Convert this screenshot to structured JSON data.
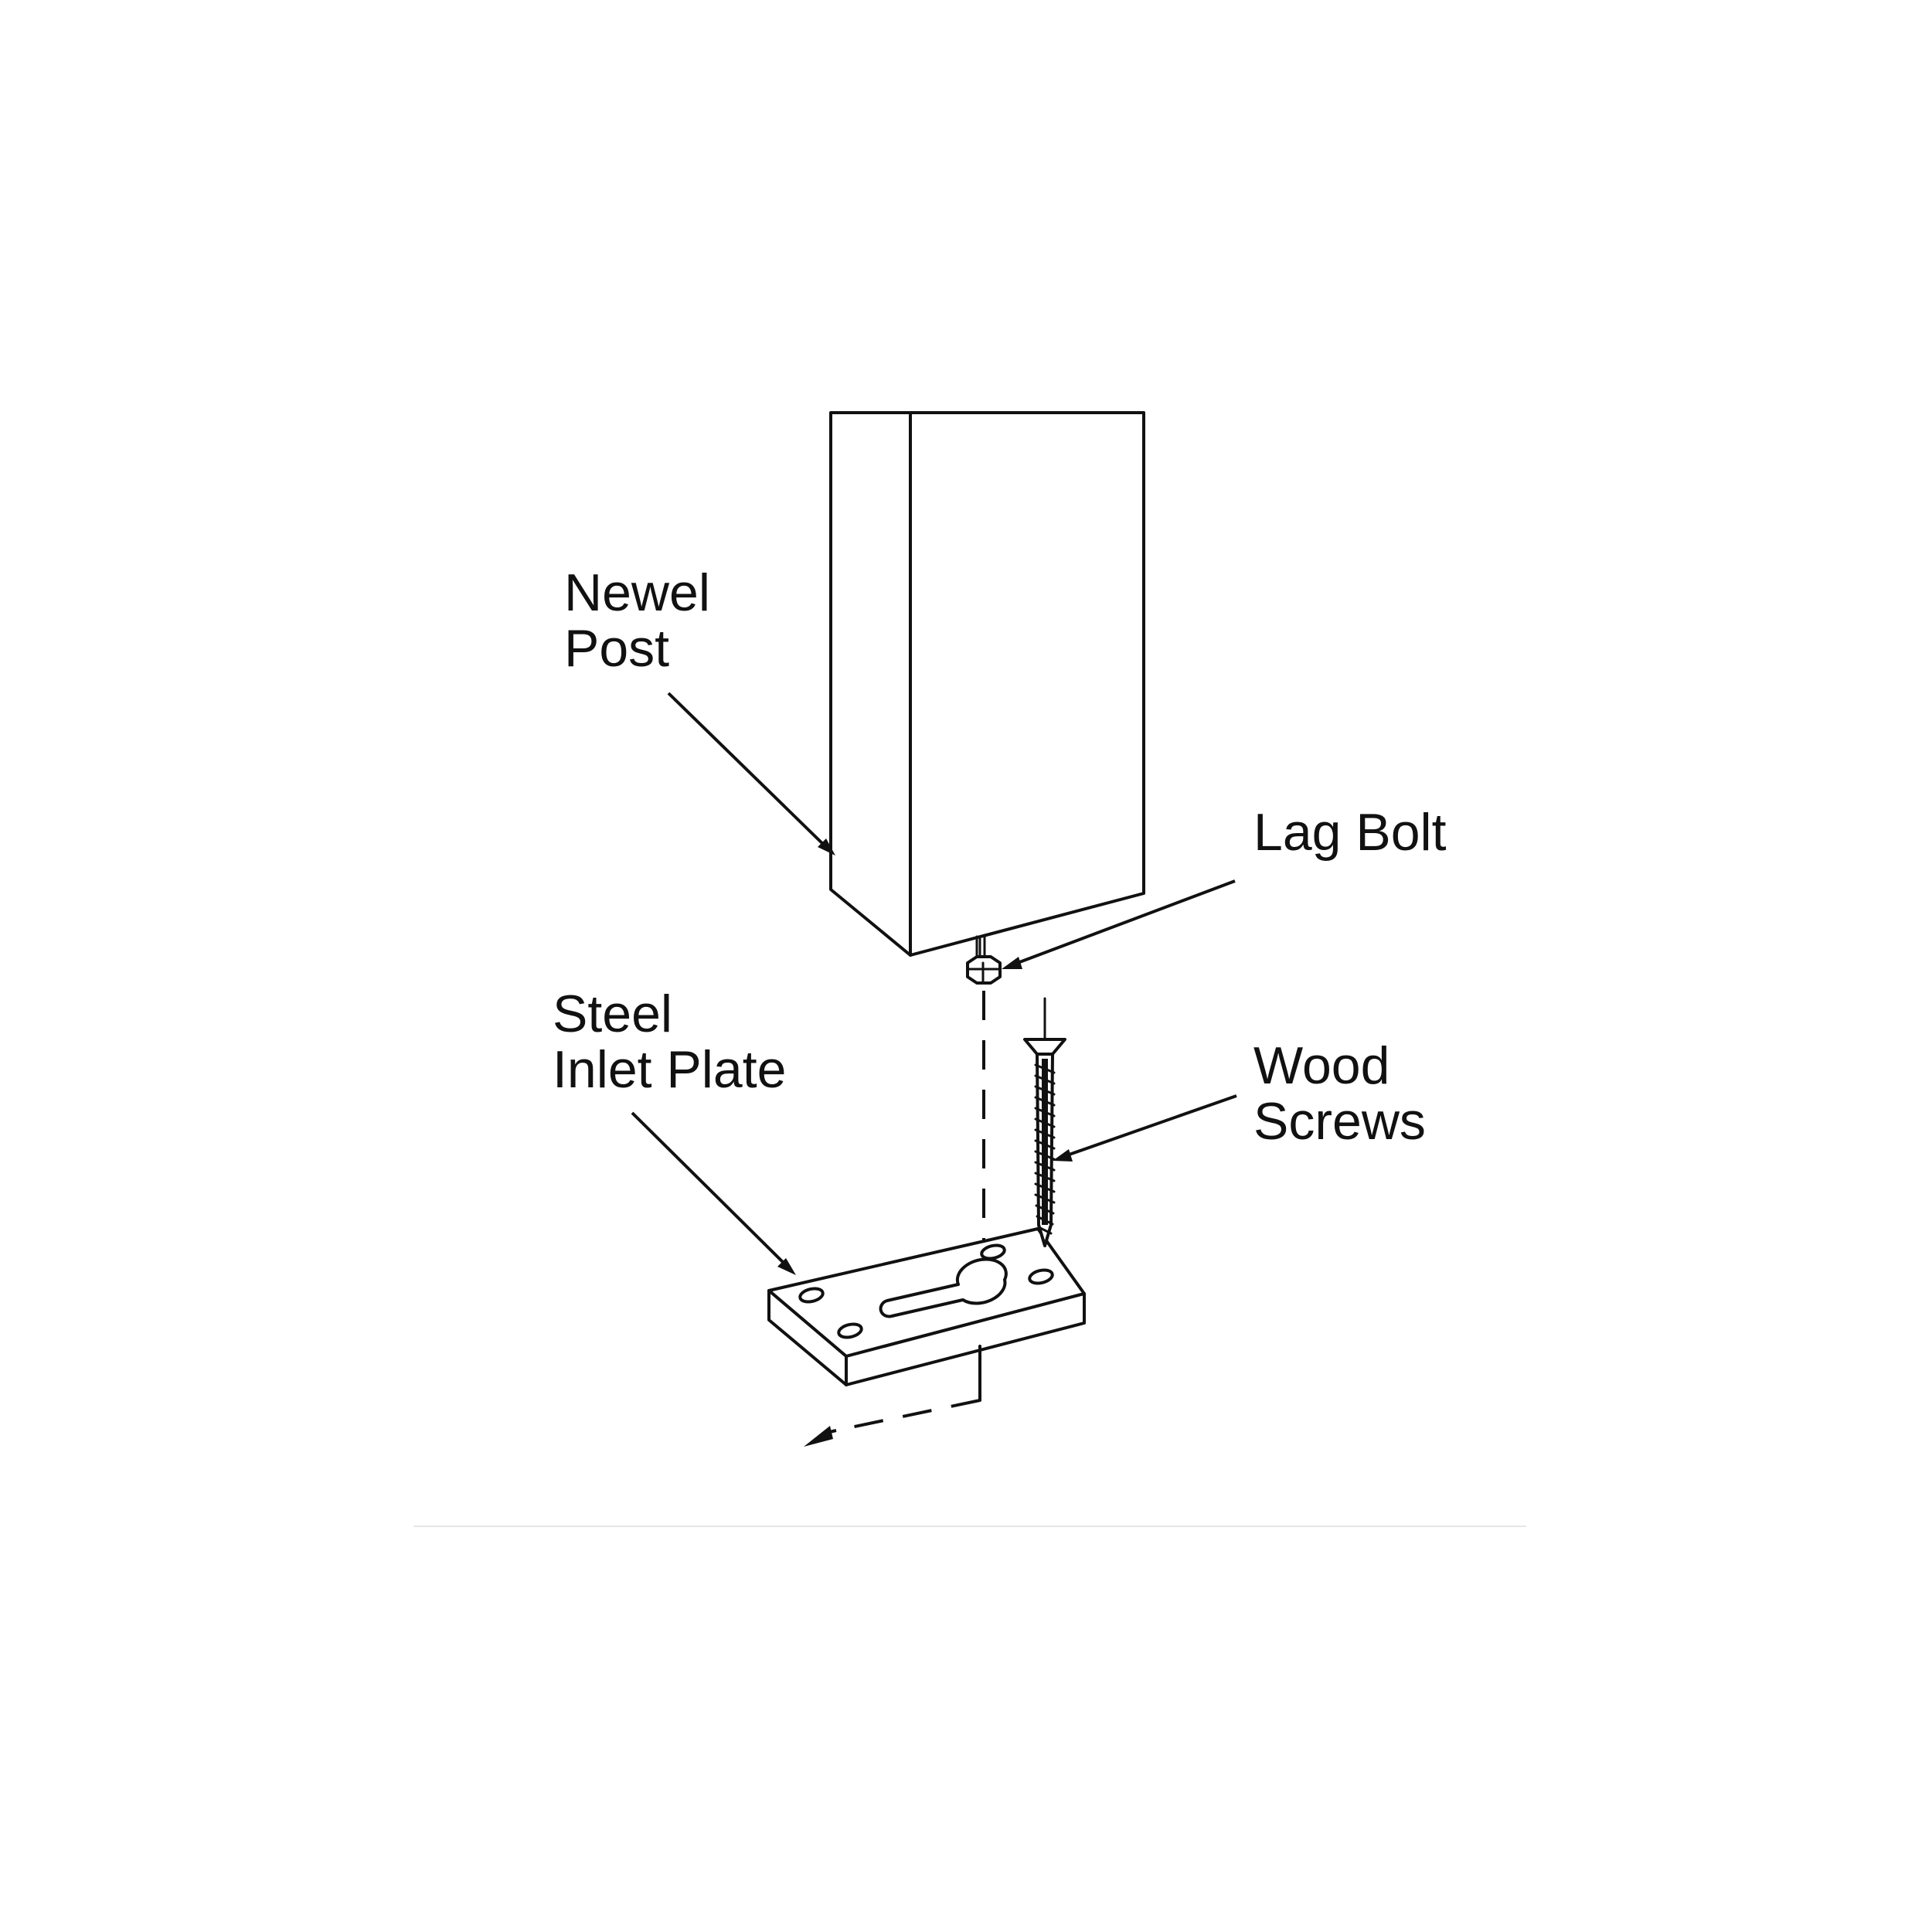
{
  "labels": {
    "newel_post": [
      "Newel",
      "Post"
    ],
    "lag_bolt": [
      "Lag Bolt"
    ],
    "steel_inlet_plate": [
      "Steel",
      "Inlet Plate"
    ],
    "wood_screws": [
      "Wood",
      "Screws"
    ]
  }
}
